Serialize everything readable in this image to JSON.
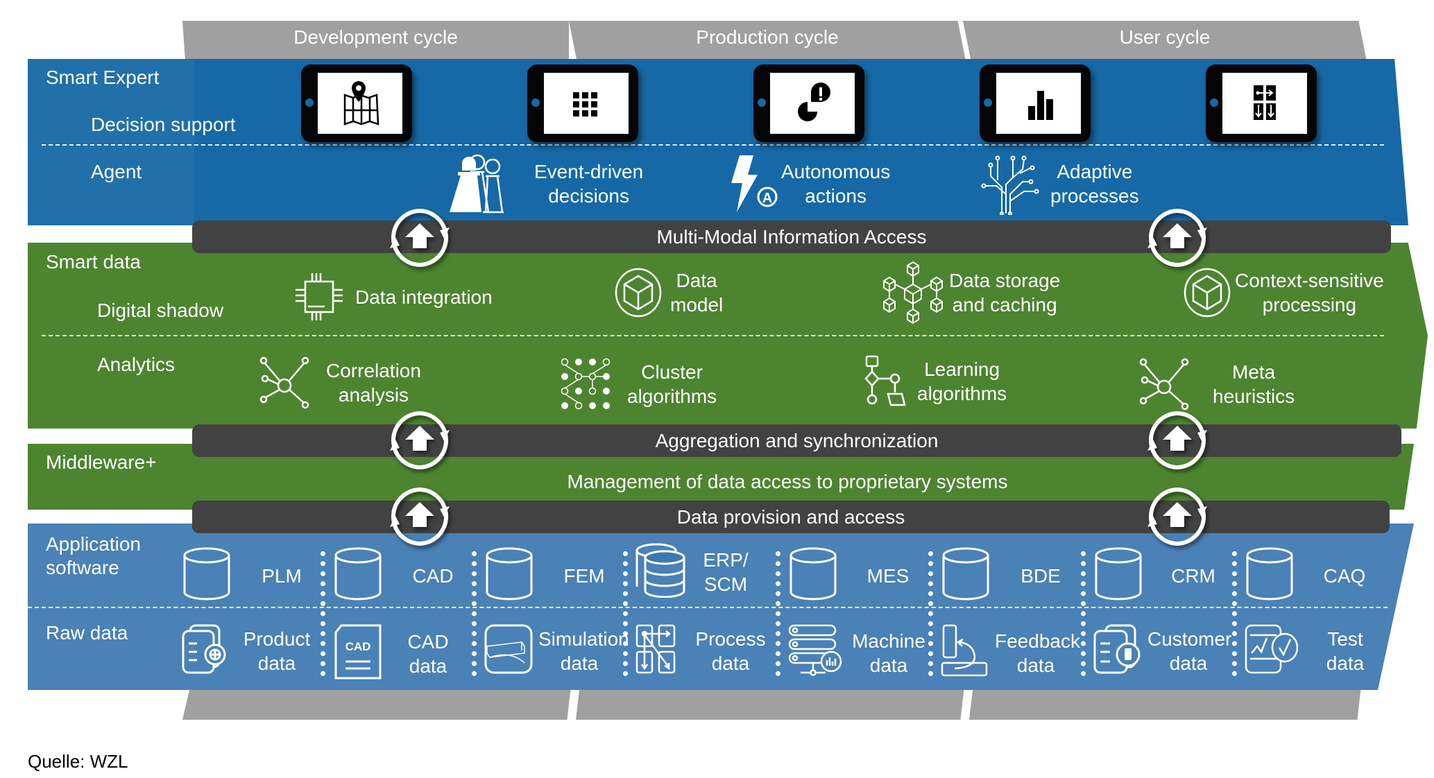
{
  "cycles": {
    "top": [
      "Development cycle",
      "Production cycle",
      "User cycle"
    ]
  },
  "smart_expert": {
    "title": "Smart Expert",
    "sublayers": [
      "Decision support",
      "Agent"
    ],
    "decision_support_devices": [
      {
        "icon": "map-pin-icon"
      },
      {
        "icon": "grid-icon"
      },
      {
        "icon": "alert-chart-icon"
      },
      {
        "icon": "bar-chart-icon"
      },
      {
        "icon": "flow-diagram-icon"
      }
    ],
    "agent_items": [
      {
        "icon": "pawns-icon",
        "line1": "Event-driven",
        "line2": "decisions"
      },
      {
        "icon": "lightning-auto-icon",
        "line1": "Autonomous",
        "line2": "actions"
      },
      {
        "icon": "circuit-tree-icon",
        "line1": "Adaptive",
        "line2": "processes"
      }
    ]
  },
  "bars": {
    "multimodal": "Multi-Modal Information Access",
    "aggregation": "Aggregation and synchronization",
    "provision": "Data provision and access"
  },
  "smart_data": {
    "title": "Smart data",
    "sublayers": [
      "Digital shadow",
      "Analytics"
    ],
    "shadow_items": [
      {
        "icon": "chip-icon",
        "line1": "Data integration",
        "line2": ""
      },
      {
        "icon": "cube-icon",
        "line1": "Data",
        "line2": "model"
      },
      {
        "icon": "cube-network-icon",
        "line1": "Data storage",
        "line2": "and caching"
      },
      {
        "icon": "cube-orbit-icon",
        "line1": "Context-sensitive",
        "line2": "processing"
      }
    ],
    "analytics_items": [
      {
        "icon": "network-node-icon",
        "line1": "Correlation",
        "line2": "analysis"
      },
      {
        "icon": "cluster-dots-icon",
        "line1": "Cluster",
        "line2": "algorithms"
      },
      {
        "icon": "flowchart-icon",
        "line1": "Learning",
        "line2": "algorithms"
      },
      {
        "icon": "network-node-icon",
        "line1": "Meta",
        "line2": "heuristics"
      }
    ]
  },
  "middleware": {
    "title": "Middleware+",
    "description": "Management of data access to proprietary systems"
  },
  "application": {
    "title_line1": "Application",
    "title_line2": "software",
    "raw_title": "Raw data",
    "systems": [
      {
        "icon": "database-icon",
        "line1": "PLM",
        "line2": ""
      },
      {
        "icon": "database-icon",
        "line1": "CAD",
        "line2": ""
      },
      {
        "icon": "database-icon",
        "line1": "FEM",
        "line2": ""
      },
      {
        "icon": "database-stack-icon",
        "line1": "ERP/",
        "line2": "SCM"
      },
      {
        "icon": "database-icon",
        "line1": "MES",
        "line2": ""
      },
      {
        "icon": "database-icon",
        "line1": "BDE",
        "line2": ""
      },
      {
        "icon": "database-icon",
        "line1": "CRM",
        "line2": ""
      },
      {
        "icon": "database-icon",
        "line1": "CAQ",
        "line2": ""
      }
    ],
    "raw": [
      {
        "icon": "documents-globe-icon",
        "line1": "Product",
        "line2": "data"
      },
      {
        "icon": "cad-file-icon",
        "line1": "CAD",
        "line2": "data",
        "badge": "CAD"
      },
      {
        "icon": "simulation-beam-icon",
        "line1": "Simulation",
        "line2": "data"
      },
      {
        "icon": "process-flow-icon",
        "line1": "Process",
        "line2": "data"
      },
      {
        "icon": "server-chart-icon",
        "line1": "Machine",
        "line2": "data"
      },
      {
        "icon": "feedback-loop-icon",
        "line1": "Feedback",
        "line2": "data"
      },
      {
        "icon": "documents-phone-icon",
        "line1": "Customer",
        "line2": "data"
      },
      {
        "icon": "test-check-icon",
        "line1": "Test",
        "line2": "data"
      }
    ]
  },
  "sync_icons": [
    "sync-up-icon"
  ],
  "source": "Quelle: WZL",
  "colors": {
    "smart_expert_blue": "#1669a6",
    "smart_data_green": "#4d8430",
    "bar_dark": "#424242",
    "application_blue": "#4a81b6",
    "cycle_gray": "#a0a0a0"
  }
}
